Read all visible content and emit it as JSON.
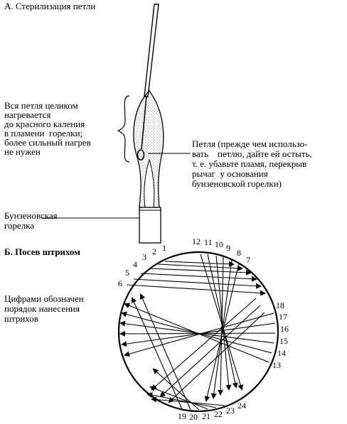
{
  "section_a": {
    "title": "А. Стерилизация петли",
    "heating_note": [
      "Вся петля целиком",
      "нагревается",
      "до красного каления",
      "в пламени  горелки;",
      "более сильный нагрев",
      "не нужен"
    ],
    "loop_note": [
      "Петля (прежде чем использо-",
      "вать    петлю, дайте ей остыть,",
      "т. е. убавьте пламя, перекрыв",
      "рычаг  у основания",
      "бунзеновской горелки)"
    ],
    "burner_label": [
      "Бунзеновская",
      "горелка"
    ]
  },
  "section_b": {
    "title": "Б. Посев штрихом",
    "order_note": [
      "Цифрами обозначен",
      "порядок нанесения",
      "штрихов"
    ],
    "stroke_numbers": [
      "1",
      "2",
      "3",
      "4",
      "5",
      "6",
      "7",
      "8",
      "9",
      "10",
      "11",
      "12",
      "13",
      "14",
      "15",
      "16",
      "17",
      "18",
      "19",
      "20",
      "21",
      "22",
      "23",
      "24"
    ]
  }
}
